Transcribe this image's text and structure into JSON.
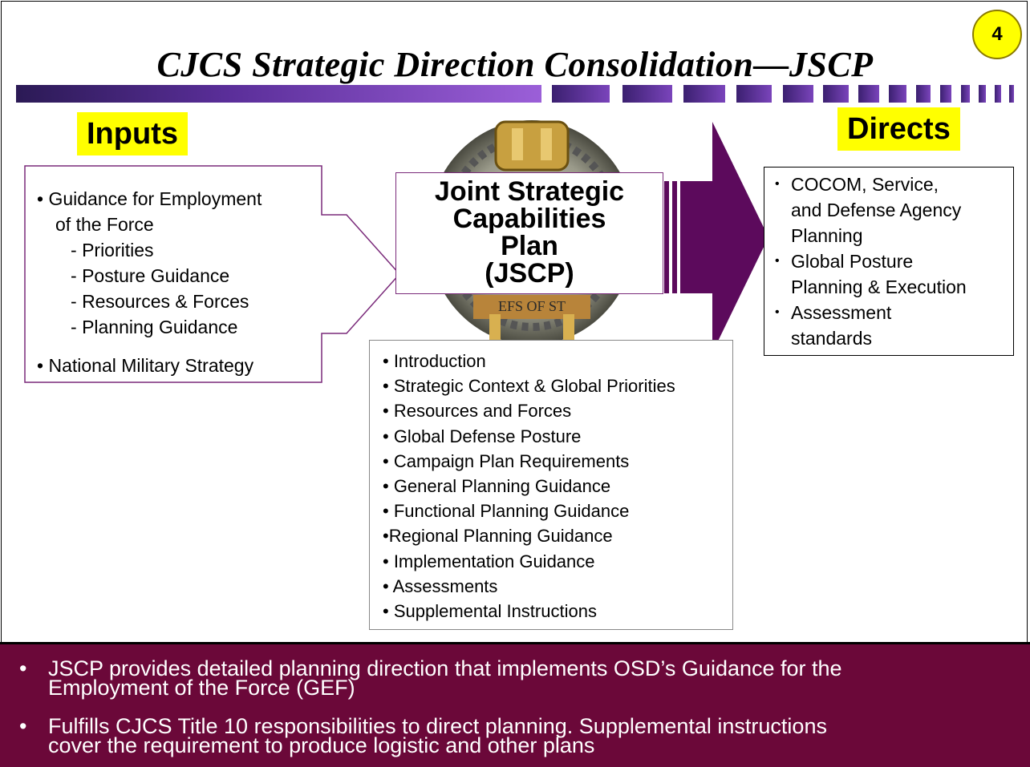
{
  "title": "CJCS Strategic Direction Consolidation—JSCP",
  "page_number": "4",
  "inputs_label": "Inputs",
  "directs_label": "Directs",
  "inputs": {
    "item1_line1": "Guidance for Employment",
    "item1_line2": "of the Force",
    "sub": [
      "Priorities",
      "Posture Guidance",
      "Resources & Forces",
      "Planning Guidance"
    ],
    "item2": "National Military Strategy"
  },
  "jscp_box": {
    "line1": "Joint Strategic",
    "line2": "Capabilities",
    "line3": "Plan",
    "line4": "(JSCP)"
  },
  "medal_text": "EFS OF ST",
  "directs": [
    {
      "line1": "COCOM, Service,",
      "line2": "and Defense Agency",
      "line3": "Planning"
    },
    {
      "line1": "Global Posture",
      "line2": "Planning & Execution"
    },
    {
      "line1": "Assessment",
      "line2": "standards"
    }
  ],
  "contents": [
    "• Introduction",
    "• Strategic Context & Global Priorities",
    "• Resources and Forces",
    "• Global Defense Posture",
    "• Campaign Plan Requirements",
    "• General Planning Guidance",
    "• Functional Planning Guidance",
    "•Regional Planning Guidance",
    "• Implementation Guidance",
    "• Assessments",
    "• Supplemental Instructions"
  ],
  "bottom": {
    "b1_line1": "JSCP provides detailed planning direction that implements OSD’s Guidance for the",
    "b1_line2": "Employment of the Force (GEF)",
    "b2_line1": "Fulfills CJCS Title 10 responsibilities to direct planning.  Supplemental instructions",
    "b2_line2": "cover the requirement to produce logistic and other plans"
  },
  "colors": {
    "highlight": "#ffff00",
    "bottom_band": "#6b0839",
    "arrow": "#5c0a5c",
    "bar_dark": "#2b1a55",
    "bar_light": "#9b5fd8"
  }
}
